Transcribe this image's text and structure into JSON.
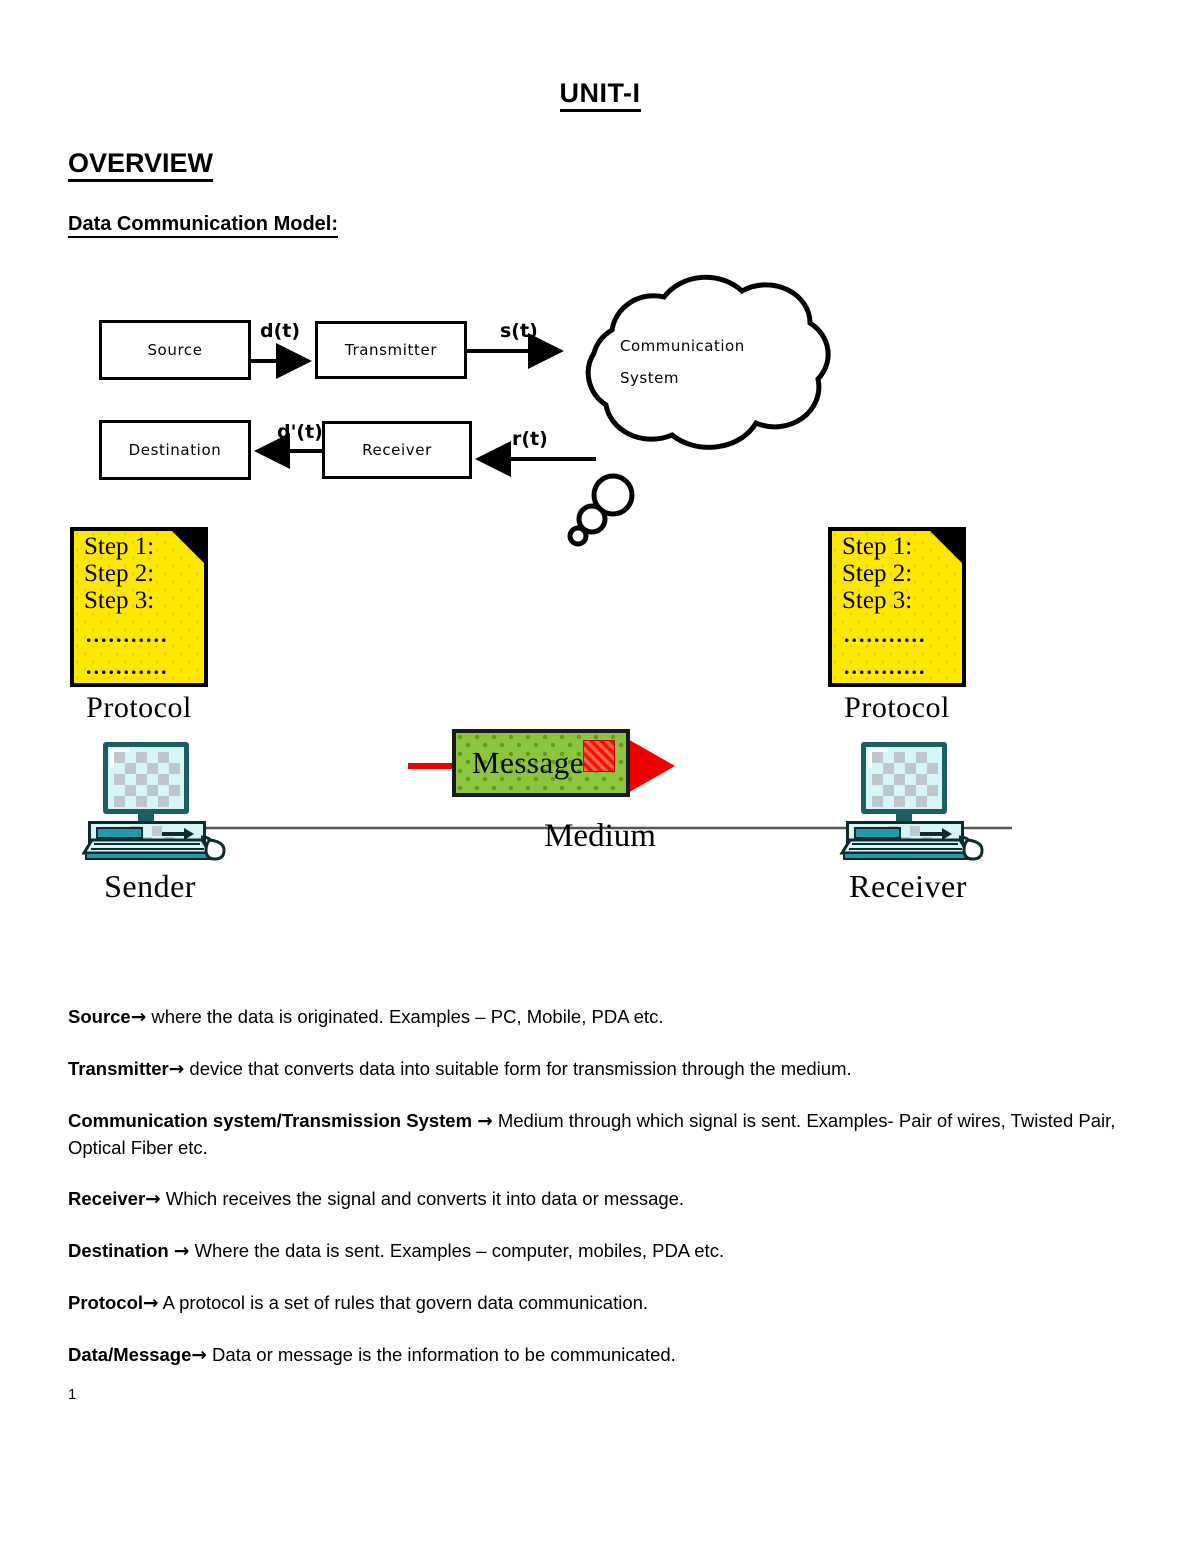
{
  "document": {
    "title": "UNIT-I",
    "section_heading": "OVERVIEW",
    "subsection_heading": "Data Communication Model:",
    "page_number": "1"
  },
  "diagram": {
    "boxes": {
      "source": "Source",
      "transmitter": "Transmitter",
      "destination": "Destination",
      "receiver": "Receiver"
    },
    "signal_labels": {
      "d_t": "d(t)",
      "s_t": "s(t)",
      "d_prime_t": "d'(t)",
      "r_t": "r(t)"
    },
    "cloud": {
      "line1": "Communication",
      "line2": "System"
    }
  },
  "protocol_note": {
    "step1": "Step 1:",
    "step2": "Step 2:",
    "step3": "Step 3:",
    "dots1": "...........",
    "dots2": "...........",
    "caption": "Protocol"
  },
  "network": {
    "sender_caption": "Sender",
    "receiver_caption": "Receiver",
    "message_label": "Message",
    "medium_label": "Medium"
  },
  "definitions": [
    {
      "term": "Source",
      "arrow": "→",
      "text": " where the data is originated. Examples – PC, Mobile, PDA etc."
    },
    {
      "term": "Transmitter",
      "arrow": "→",
      "text": " device that converts data into suitable form for transmission through the medium."
    },
    {
      "term": "Communication system/Transmission System ",
      "arrow": "→",
      "text": " Medium through which signal is sent. Examples- Pair of wires, Twisted Pair, Optical Fiber etc."
    },
    {
      "term": "Receiver",
      "arrow": "→",
      "text": " Which receives the signal and converts it into data or message."
    },
    {
      "term": "Destination ",
      "arrow": "→",
      "text": " Where the data is sent. Examples – computer, mobiles, PDA etc."
    },
    {
      "term": "Protocol",
      "arrow": "→",
      "text": " A protocol is a set of rules that govern data communication."
    },
    {
      "term": "Data/Message",
      "arrow": "→",
      "text": " Data or message is the information to be communicated."
    }
  ],
  "colors": {
    "note_yellow": "#ffe800",
    "message_green": "#8cc63f",
    "stamp_red": "#f01010",
    "arrow_red": "#ee0000",
    "screen_cyan": "#d6f5f5",
    "monitor_teal": "#1b5e63"
  }
}
